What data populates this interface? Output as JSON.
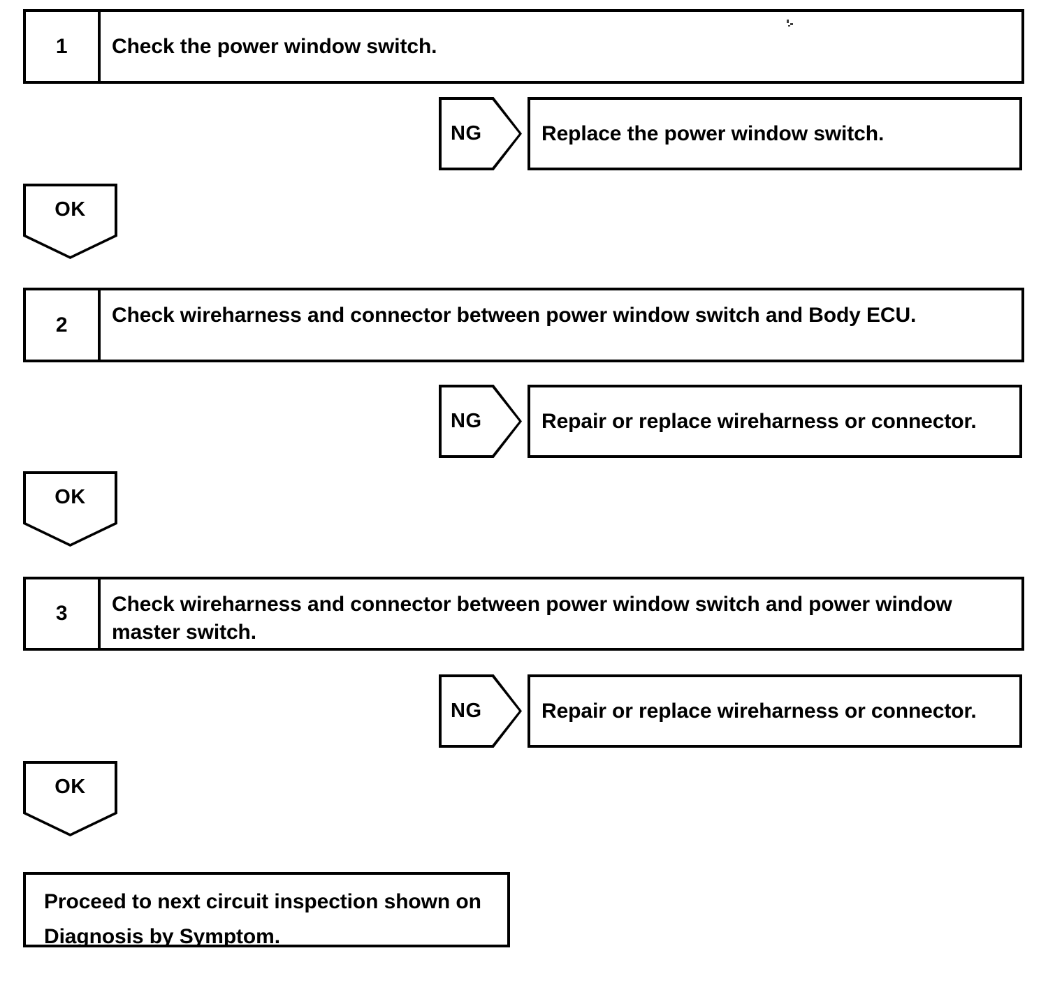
{
  "diagram": {
    "type": "troubleshooting-flowchart",
    "title": "Power Window Switch Circuit Inspection",
    "colors": {
      "ink": "#000000",
      "paper": "#ffffff"
    },
    "branch_labels": {
      "fail": "NG",
      "pass": "OK"
    },
    "steps": [
      {
        "number": "1",
        "instruction": "Check the power window switch.",
        "fail_label": "NG",
        "fail_action": "Replace the power window switch.",
        "pass_label": "OK"
      },
      {
        "number": "2",
        "instruction": "Check wireharness and connector between power window switch and Body ECU.",
        "fail_label": "NG",
        "fail_action": "Repair or replace wireharness or connector.",
        "pass_label": "OK"
      },
      {
        "number": "3",
        "instruction": "Check wireharness and connector between power window switch and power window master switch.",
        "fail_label": "NG",
        "fail_action": "Repair or replace wireharness or connector.",
        "pass_label": "OK"
      }
    ],
    "final": {
      "line1": "Proceed to next circuit inspection shown on",
      "line2": "Diagnosis by Symptom."
    }
  }
}
